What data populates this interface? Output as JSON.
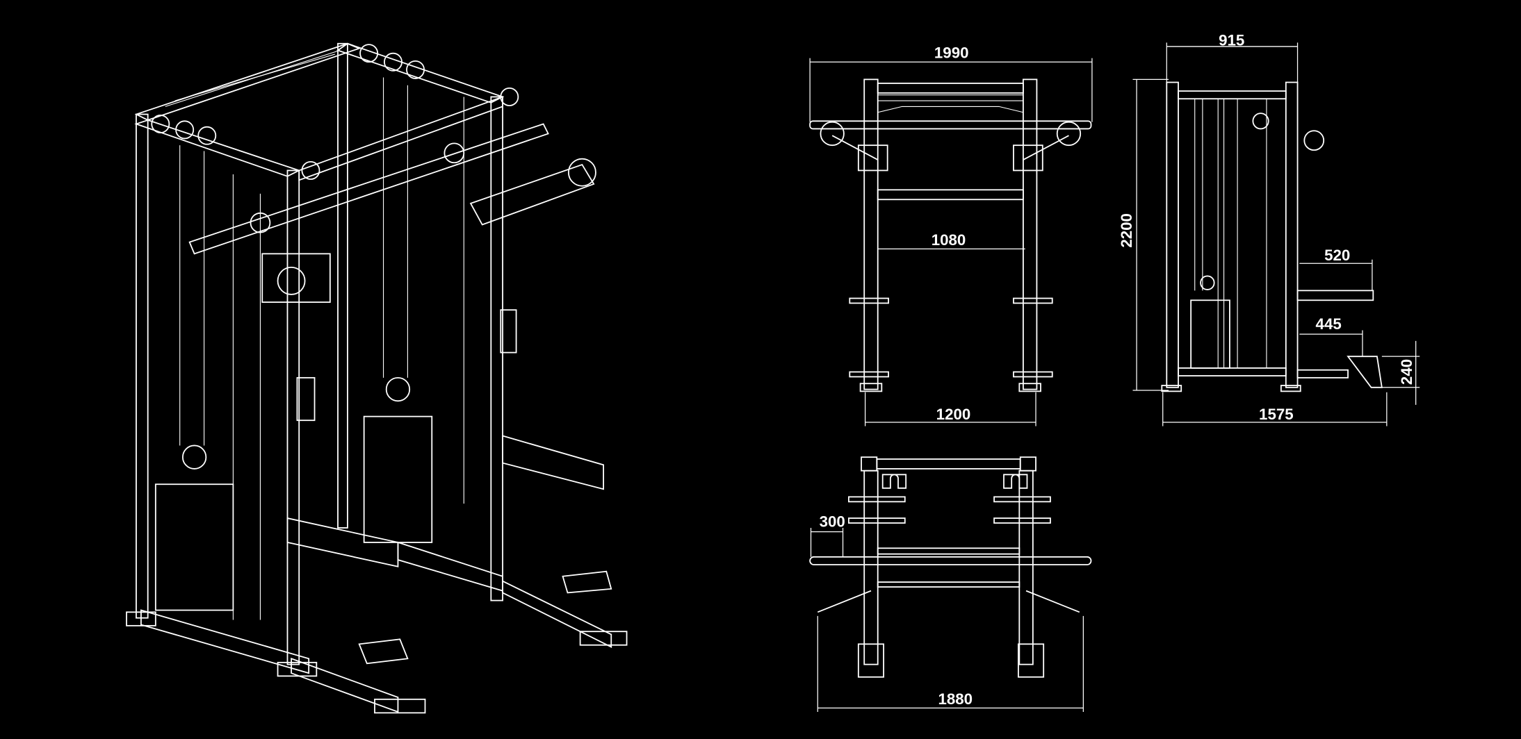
{
  "colors": {
    "background": "#000000",
    "lines": "#ffffff"
  },
  "views": {
    "isometric": {
      "name": "isometric-view"
    },
    "front": {
      "width_overall": "1990",
      "inner_width": "1080",
      "base_width": "1200"
    },
    "side": {
      "depth_top": "915",
      "height": "2200",
      "arm_520": "520",
      "arm_445": "445",
      "foot_height": "240",
      "depth_overall": "1575"
    },
    "top": {
      "bar_overhang": "300",
      "width_overall": "1880"
    }
  }
}
